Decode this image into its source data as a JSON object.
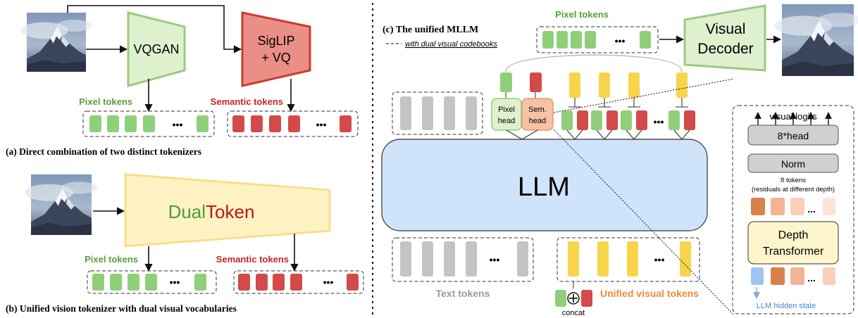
{
  "colors": {
    "pixel": "#8fcf79",
    "pixel_stroke": "#4f9a3c",
    "semantic": "#d24a4a",
    "semantic_stroke": "#9b2222",
    "unified": "#f7d44a",
    "text_token": "#c4c4c4",
    "llm_fill": "#cfe3fb",
    "vqgan_fill": "#dff0cf",
    "sigvq_fill": "#ea8f86",
    "dual_fill": "#fff2c2",
    "pixel_label": "#5a9e3a",
    "semantic_label": "#c62323",
    "unified_label": "#f08a3c",
    "text_label": "#9a9a9a",
    "blue_label": "#3d86d6"
  },
  "panel_a": {
    "encoder_pixel": "VQGAN",
    "encoder_semantic_line1": "SigLIP",
    "encoder_semantic_line2": "+ VQ",
    "pixel_label": "Pixel tokens",
    "semantic_label": "Semantic tokens",
    "caption": "(a) Direct combination of two distinct tokenizers"
  },
  "panel_b": {
    "tokenizer_part1": "Dual",
    "tokenizer_part2": "Token",
    "pixel_label": "Pixel tokens",
    "semantic_label": "Semantic tokens",
    "caption": "(b) Unified vision tokenizer with dual visual vocabularies"
  },
  "panel_c": {
    "title": "(c) The unified MLLM",
    "subtitle": "with dual visual codebooks",
    "pixel_tokens_label": "Pixel tokens",
    "decoder_line1": "Visual",
    "decoder_line2": "Decoder",
    "pixel_head_line1": "Pixel",
    "pixel_head_line2": "head",
    "sem_head_line1": "Sem.",
    "sem_head_line2": "head",
    "llm": "LLM",
    "text_tokens_label": "Text tokens",
    "unified_label": "Unified visual tokens",
    "concat": "concat"
  },
  "detail": {
    "logits": "visual logits",
    "head": "8*head",
    "norm": "Norm",
    "tokens_line1": "8 tokens",
    "tokens_line2": "(residuals at different depth)",
    "depth_line1": "Depth",
    "depth_line2": "Transformer",
    "hidden_state": "LLM hidden state"
  },
  "ellipsis": "•••",
  "ellipsis_small": "..."
}
